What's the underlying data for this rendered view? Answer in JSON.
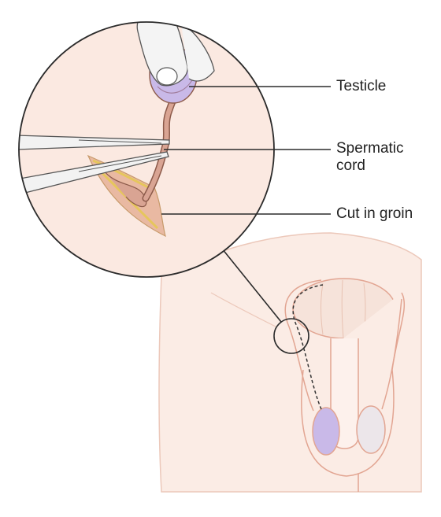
{
  "labels": {
    "testicle": "Testicle",
    "spermatic_cord_line1": "Spermatic",
    "spermatic_cord_line2": "cord",
    "cut_in_groin": "Cut in groin"
  },
  "colors": {
    "skin": "#fbe6dc",
    "skin_outline": "#e2a592",
    "testicle": "#c9b9e8",
    "cord": "#d9a493",
    "instrument": "#f2f2f2",
    "instrument_outline": "#666666",
    "outline": "#2b2b2b"
  }
}
